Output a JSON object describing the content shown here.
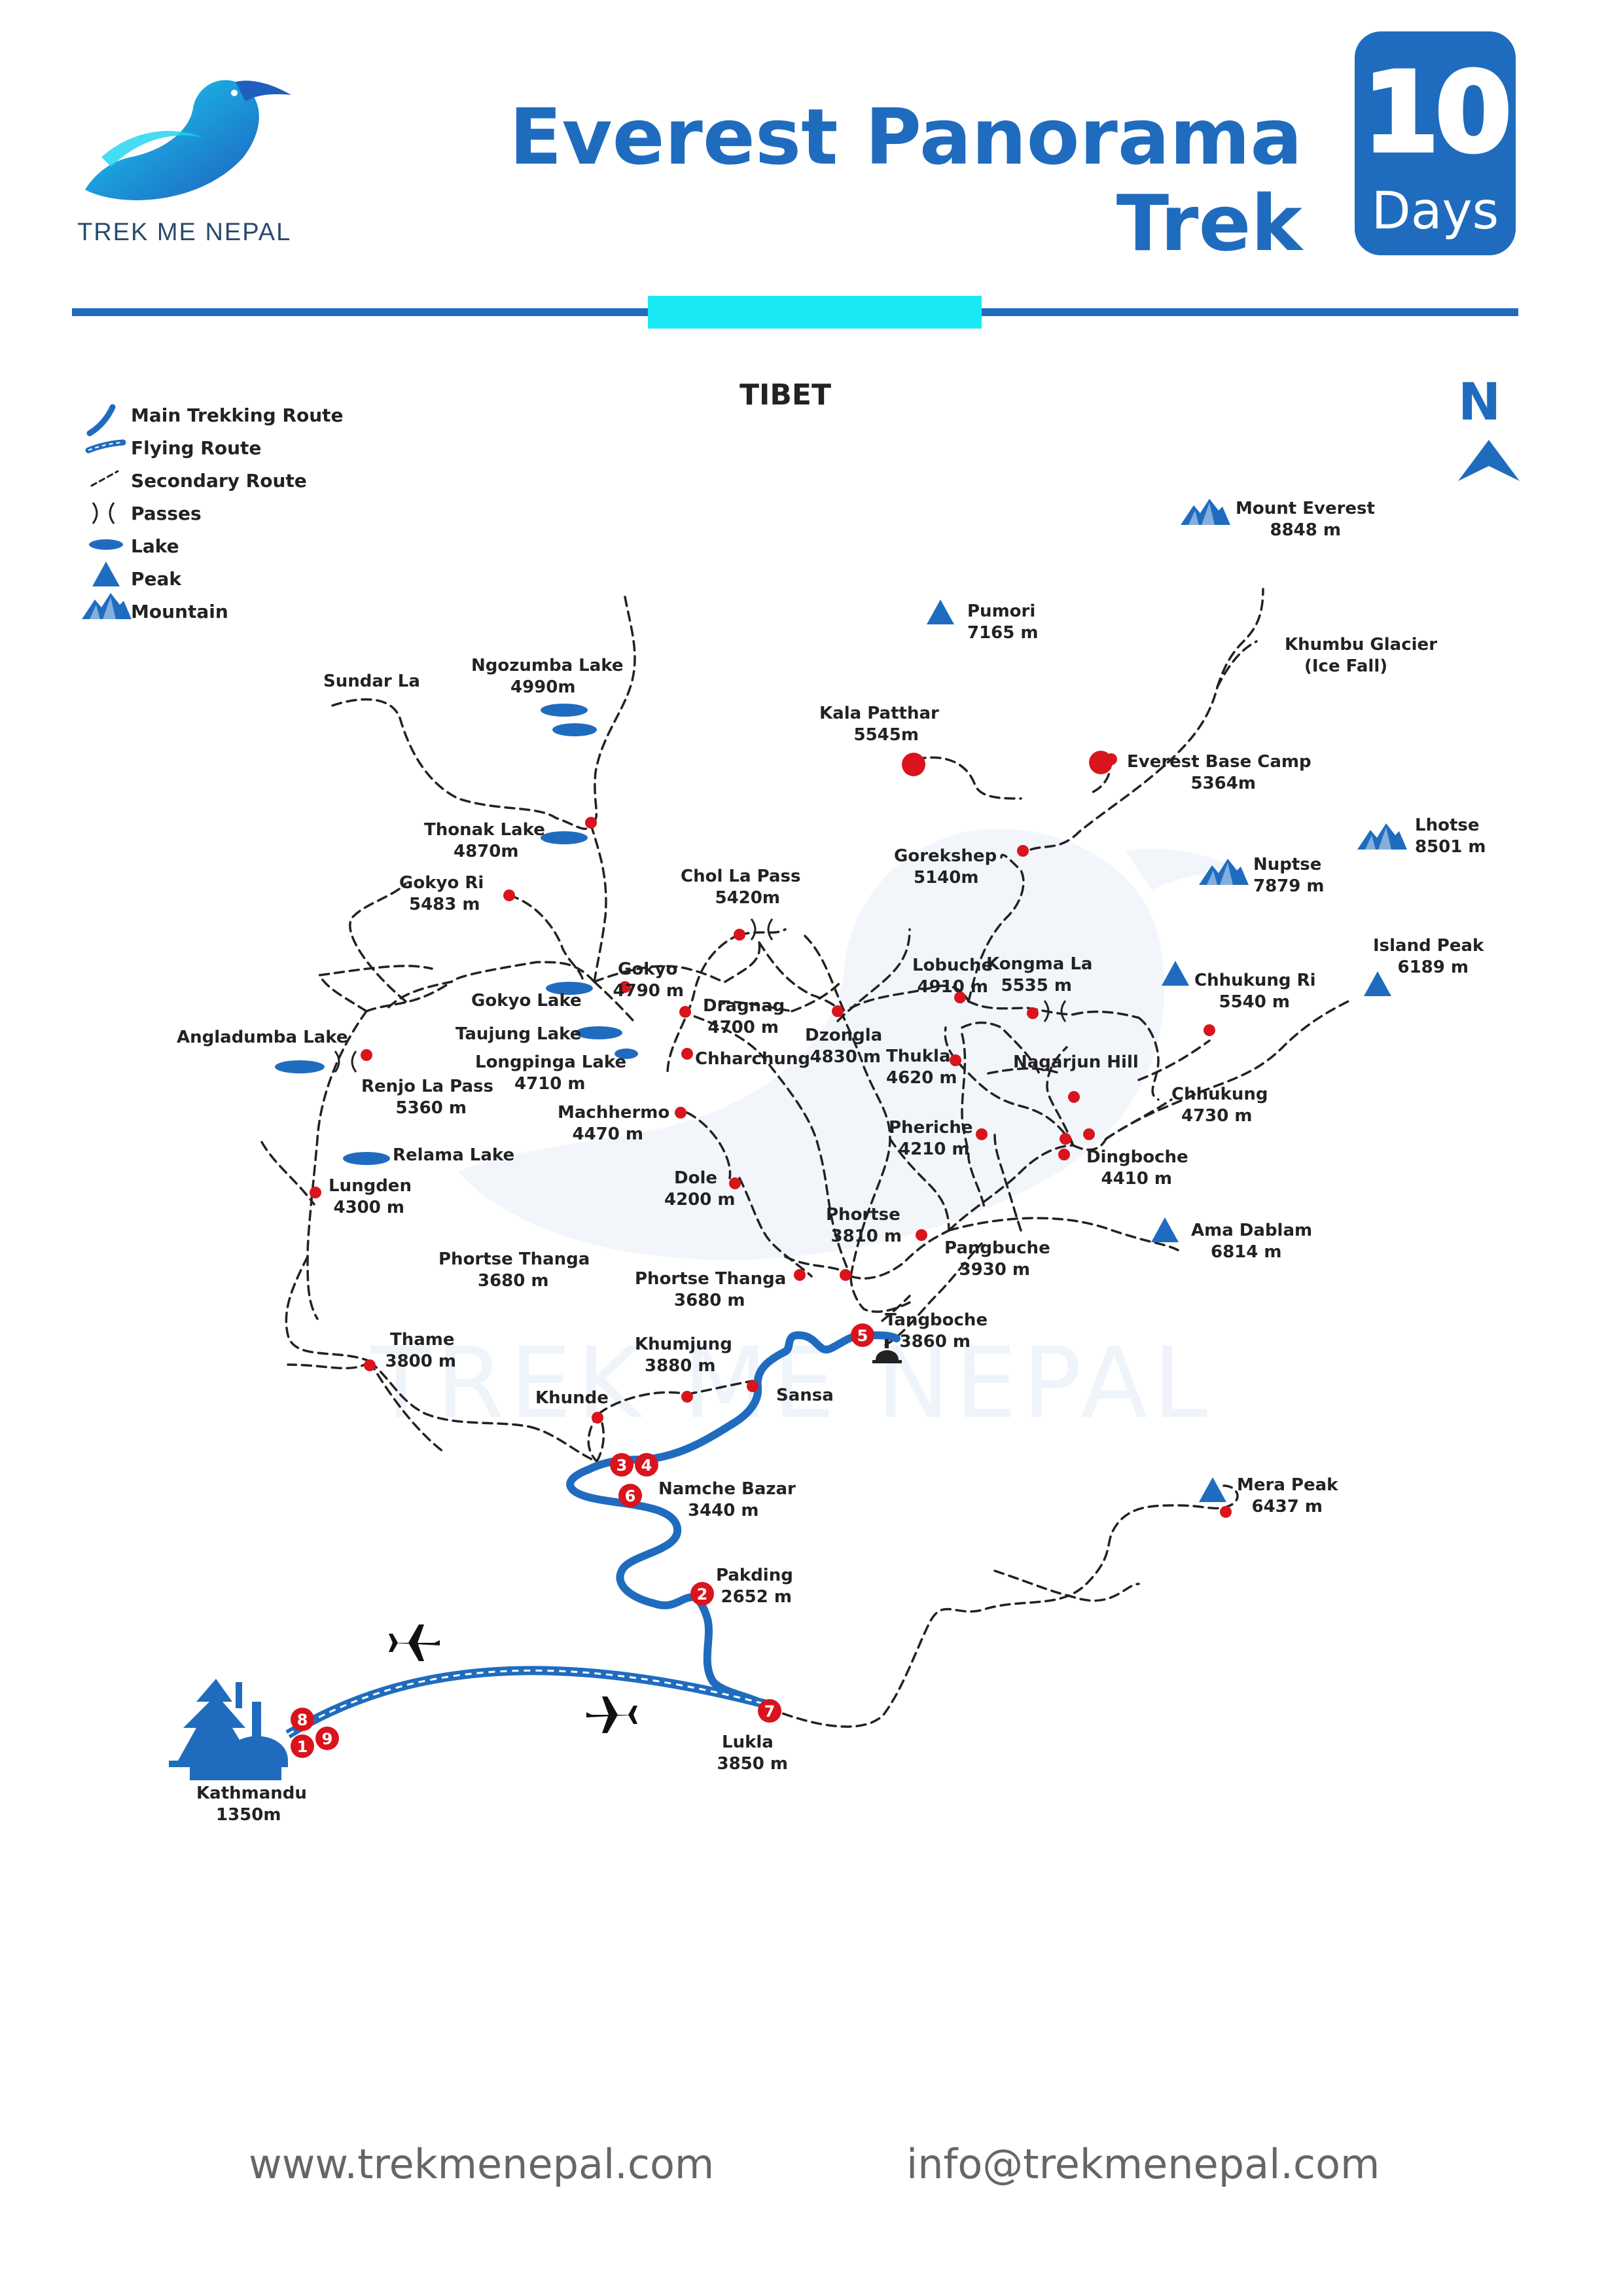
{
  "brand": {
    "name": "TREK ME NEPAL"
  },
  "header": {
    "title_line1": "Everest Panorama",
    "title_line2": "Trek",
    "badge_number": "10",
    "badge_unit": "Days"
  },
  "map_region": "TIBET",
  "compass": "N",
  "legend": [
    {
      "label": "Main Trekking Route",
      "icon": "main-route-icon"
    },
    {
      "label": "Flying Route",
      "icon": "flying-route-icon"
    },
    {
      "label": "Secondary Route",
      "icon": "secondary-route-icon"
    },
    {
      "label": "Passes",
      "icon": "pass-icon"
    },
    {
      "label": "Lake",
      "icon": "lake-icon"
    },
    {
      "label": "Peak",
      "icon": "peak-icon"
    },
    {
      "label": "Mountain",
      "icon": "mountain-icon"
    }
  ],
  "places": [
    {
      "name": "Mount Everest",
      "alt": "8848 m"
    },
    {
      "name": "Pumori",
      "alt": "7165 m"
    },
    {
      "name": "Khumbu Glacier",
      "alt": "(Ice Fall)"
    },
    {
      "name": "Kala Patthar",
      "alt": "5545m"
    },
    {
      "name": "Everest  Base Camp",
      "alt": "5364m"
    },
    {
      "name": "Lhotse",
      "alt": "8501 m"
    },
    {
      "name": "Nuptse",
      "alt": "7879 m"
    },
    {
      "name": "Gorekshep",
      "alt": "5140m"
    },
    {
      "name": "Ngozumba Lake",
      "alt": "4990m"
    },
    {
      "name": "Sundar La",
      "alt": ""
    },
    {
      "name": "Thonak Lake",
      "alt": "4870m"
    },
    {
      "name": "Gokyo Ri",
      "alt": "5483 m"
    },
    {
      "name": "Chol La Pass",
      "alt": "5420m"
    },
    {
      "name": "Island Peak",
      "alt": "6189 m"
    },
    {
      "name": "Lobuche",
      "alt": "4910 m"
    },
    {
      "name": "Kongma La",
      "alt": "5535 m"
    },
    {
      "name": "Chhukung Ri",
      "alt": "5540 m"
    },
    {
      "name": "Gokyo",
      "alt": "4790 m"
    },
    {
      "name": "Gokyo Lake",
      "alt": ""
    },
    {
      "name": "Dragnag",
      "alt": "4700 m"
    },
    {
      "name": "Angladumba Lake",
      "alt": ""
    },
    {
      "name": "Taujung Lake",
      "alt": ""
    },
    {
      "name": "Dzongla",
      "alt": "4830 m"
    },
    {
      "name": "Chharchung",
      "alt": ""
    },
    {
      "name": "Longpinga Lake",
      "alt": "4710 m"
    },
    {
      "name": "Thukla",
      "alt": "4620 m"
    },
    {
      "name": "Nagarjun Hill",
      "alt": ""
    },
    {
      "name": "Renjo La Pass",
      "alt": "5360 m"
    },
    {
      "name": "Chhukung",
      "alt": "4730 m"
    },
    {
      "name": "Machhermo",
      "alt": "4470 m"
    },
    {
      "name": "Pheriche",
      "alt": "4210 m"
    },
    {
      "name": "Relama Lake",
      "alt": ""
    },
    {
      "name": "Dingboche",
      "alt": "4410 m"
    },
    {
      "name": "Lungden",
      "alt": "4300 m"
    },
    {
      "name": "Dole",
      "alt": "4200 m"
    },
    {
      "name": "Phortse",
      "alt": "3810 m"
    },
    {
      "name": "Ama Dablam",
      "alt": "6814 m"
    },
    {
      "name": "Pangbuche",
      "alt": "3930 m"
    },
    {
      "name": "Phortse Thanga",
      "alt": "3680 m"
    },
    {
      "name": "Phortse Thanga",
      "alt": "3680 m"
    },
    {
      "name": "Tangboche",
      "alt": "3860 m"
    },
    {
      "name": "Thame",
      "alt": "3800 m"
    },
    {
      "name": "Khumjung",
      "alt": "3880 m"
    },
    {
      "name": "Sansa",
      "alt": ""
    },
    {
      "name": "Khunde",
      "alt": ""
    },
    {
      "name": "Namche Bazar",
      "alt": "3440 m"
    },
    {
      "name": "Mera Peak",
      "alt": "6437 m"
    },
    {
      "name": "Pakding",
      "alt": "2652 m"
    },
    {
      "name": "Kathmandu",
      "alt": "1350m"
    },
    {
      "name": "Lukla",
      "alt": "3850 m"
    }
  ],
  "day_markers": [
    "1",
    "2",
    "3",
    "4",
    "5",
    "6",
    "7",
    "8",
    "9"
  ],
  "watermark": "TREK ME NEPAL",
  "footer": {
    "website": "www.trekmenepal.com",
    "email": "info@trekmenepal.com"
  },
  "colors": {
    "brand_blue": "#1f6cbf",
    "accent_cyan": "#18e9f3",
    "stop_red": "#d9141c",
    "route_blue": "#1f6cbf"
  }
}
